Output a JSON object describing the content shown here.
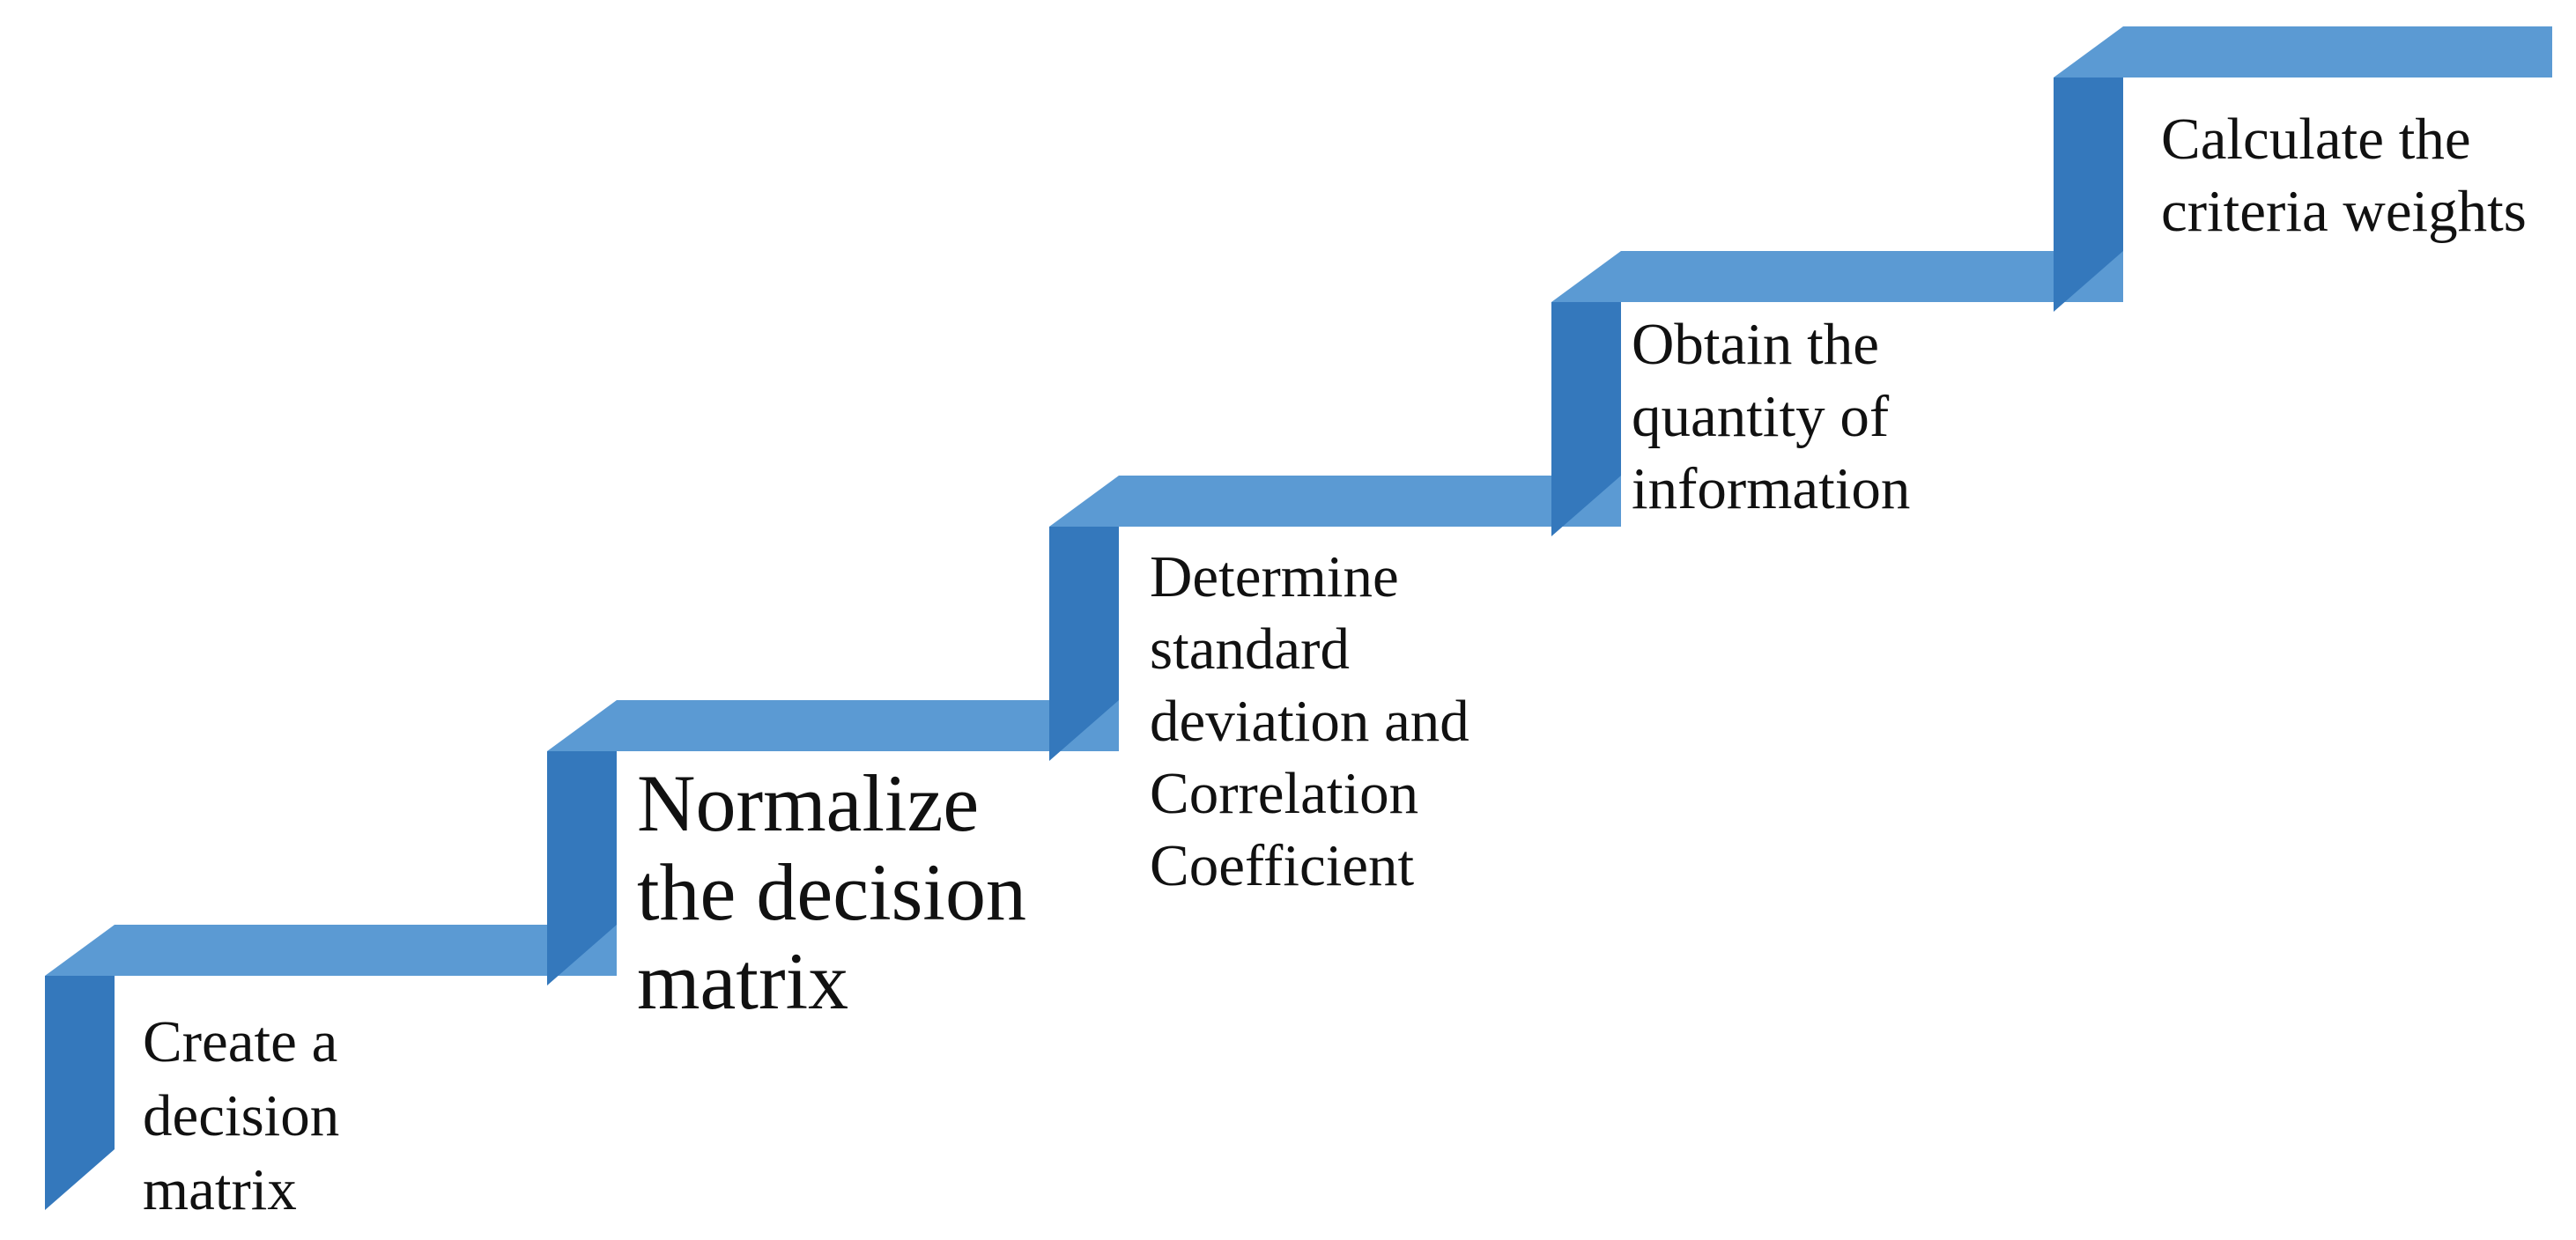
{
  "diagram": {
    "type": "step-up-process-staircase",
    "steps": [
      {
        "label": "Create a\ndecision\nmatrix"
      },
      {
        "label": "Normalize\nthe decision\nmatrix"
      },
      {
        "label": "Determine\nstandard\ndeviation and\nCorrelation\nCoefficient"
      },
      {
        "label": "Obtain the\nquantity of\ninformation"
      },
      {
        "label": "Calculate the\ncriteria weights"
      }
    ],
    "colors": {
      "bar-light": "#5B9AD3",
      "bar-dark": "#3478BC",
      "text": "#111111",
      "bg": "#FFFFFF"
    }
  }
}
